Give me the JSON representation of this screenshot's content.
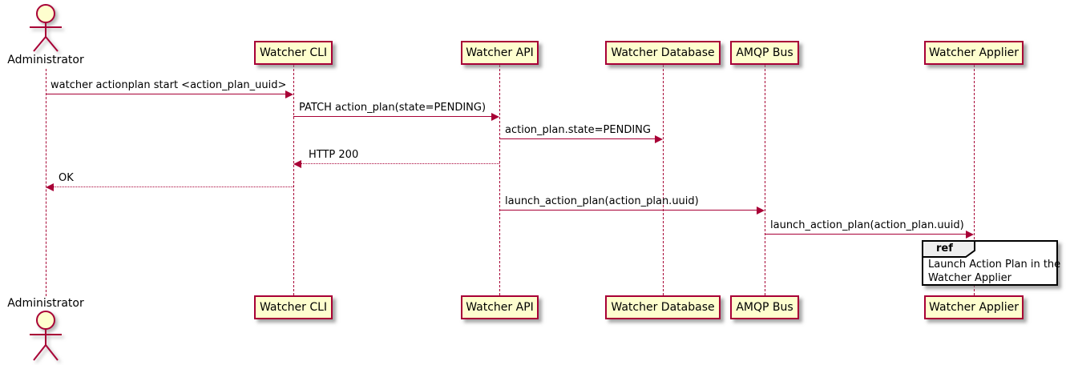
{
  "diagram": {
    "type": "sequence-diagram",
    "actor": {
      "label": "Administrator"
    },
    "participants": [
      {
        "label": "Watcher CLI"
      },
      {
        "label": "Watcher API"
      },
      {
        "label": "Watcher Database"
      },
      {
        "label": "AMQP Bus"
      },
      {
        "label": "Watcher Applier"
      }
    ],
    "messages": [
      {
        "text": "watcher actionplan start <action_plan_uuid>",
        "from": "Administrator",
        "to": "Watcher CLI",
        "line": "solid"
      },
      {
        "text": "PATCH action_plan(state=PENDING)",
        "from": "Watcher CLI",
        "to": "Watcher API",
        "line": "solid"
      },
      {
        "text": "action_plan.state=PENDING",
        "from": "Watcher API",
        "to": "Watcher Database",
        "line": "solid"
      },
      {
        "text": "HTTP 200",
        "from": "Watcher API",
        "to": "Watcher CLI",
        "line": "dashed"
      },
      {
        "text": "OK",
        "from": "Watcher CLI",
        "to": "Administrator",
        "line": "dashed"
      },
      {
        "text": "launch_action_plan(action_plan.uuid)",
        "from": "Watcher API",
        "to": "AMQP Bus",
        "line": "solid"
      },
      {
        "text": "launch_action_plan(action_plan.uuid)",
        "from": "AMQP Bus",
        "to": "Watcher Applier",
        "line": "solid"
      }
    ],
    "ref": {
      "keyword": "ref",
      "line1": "Launch Action Plan in the",
      "line2": "Watcher Applier"
    },
    "colors": {
      "accent": "#A80036",
      "participant_fill": "#FEFECE",
      "ref_header_fill": "#EEEEEE",
      "text": "#000000",
      "background": "#FFFFFF"
    }
  }
}
